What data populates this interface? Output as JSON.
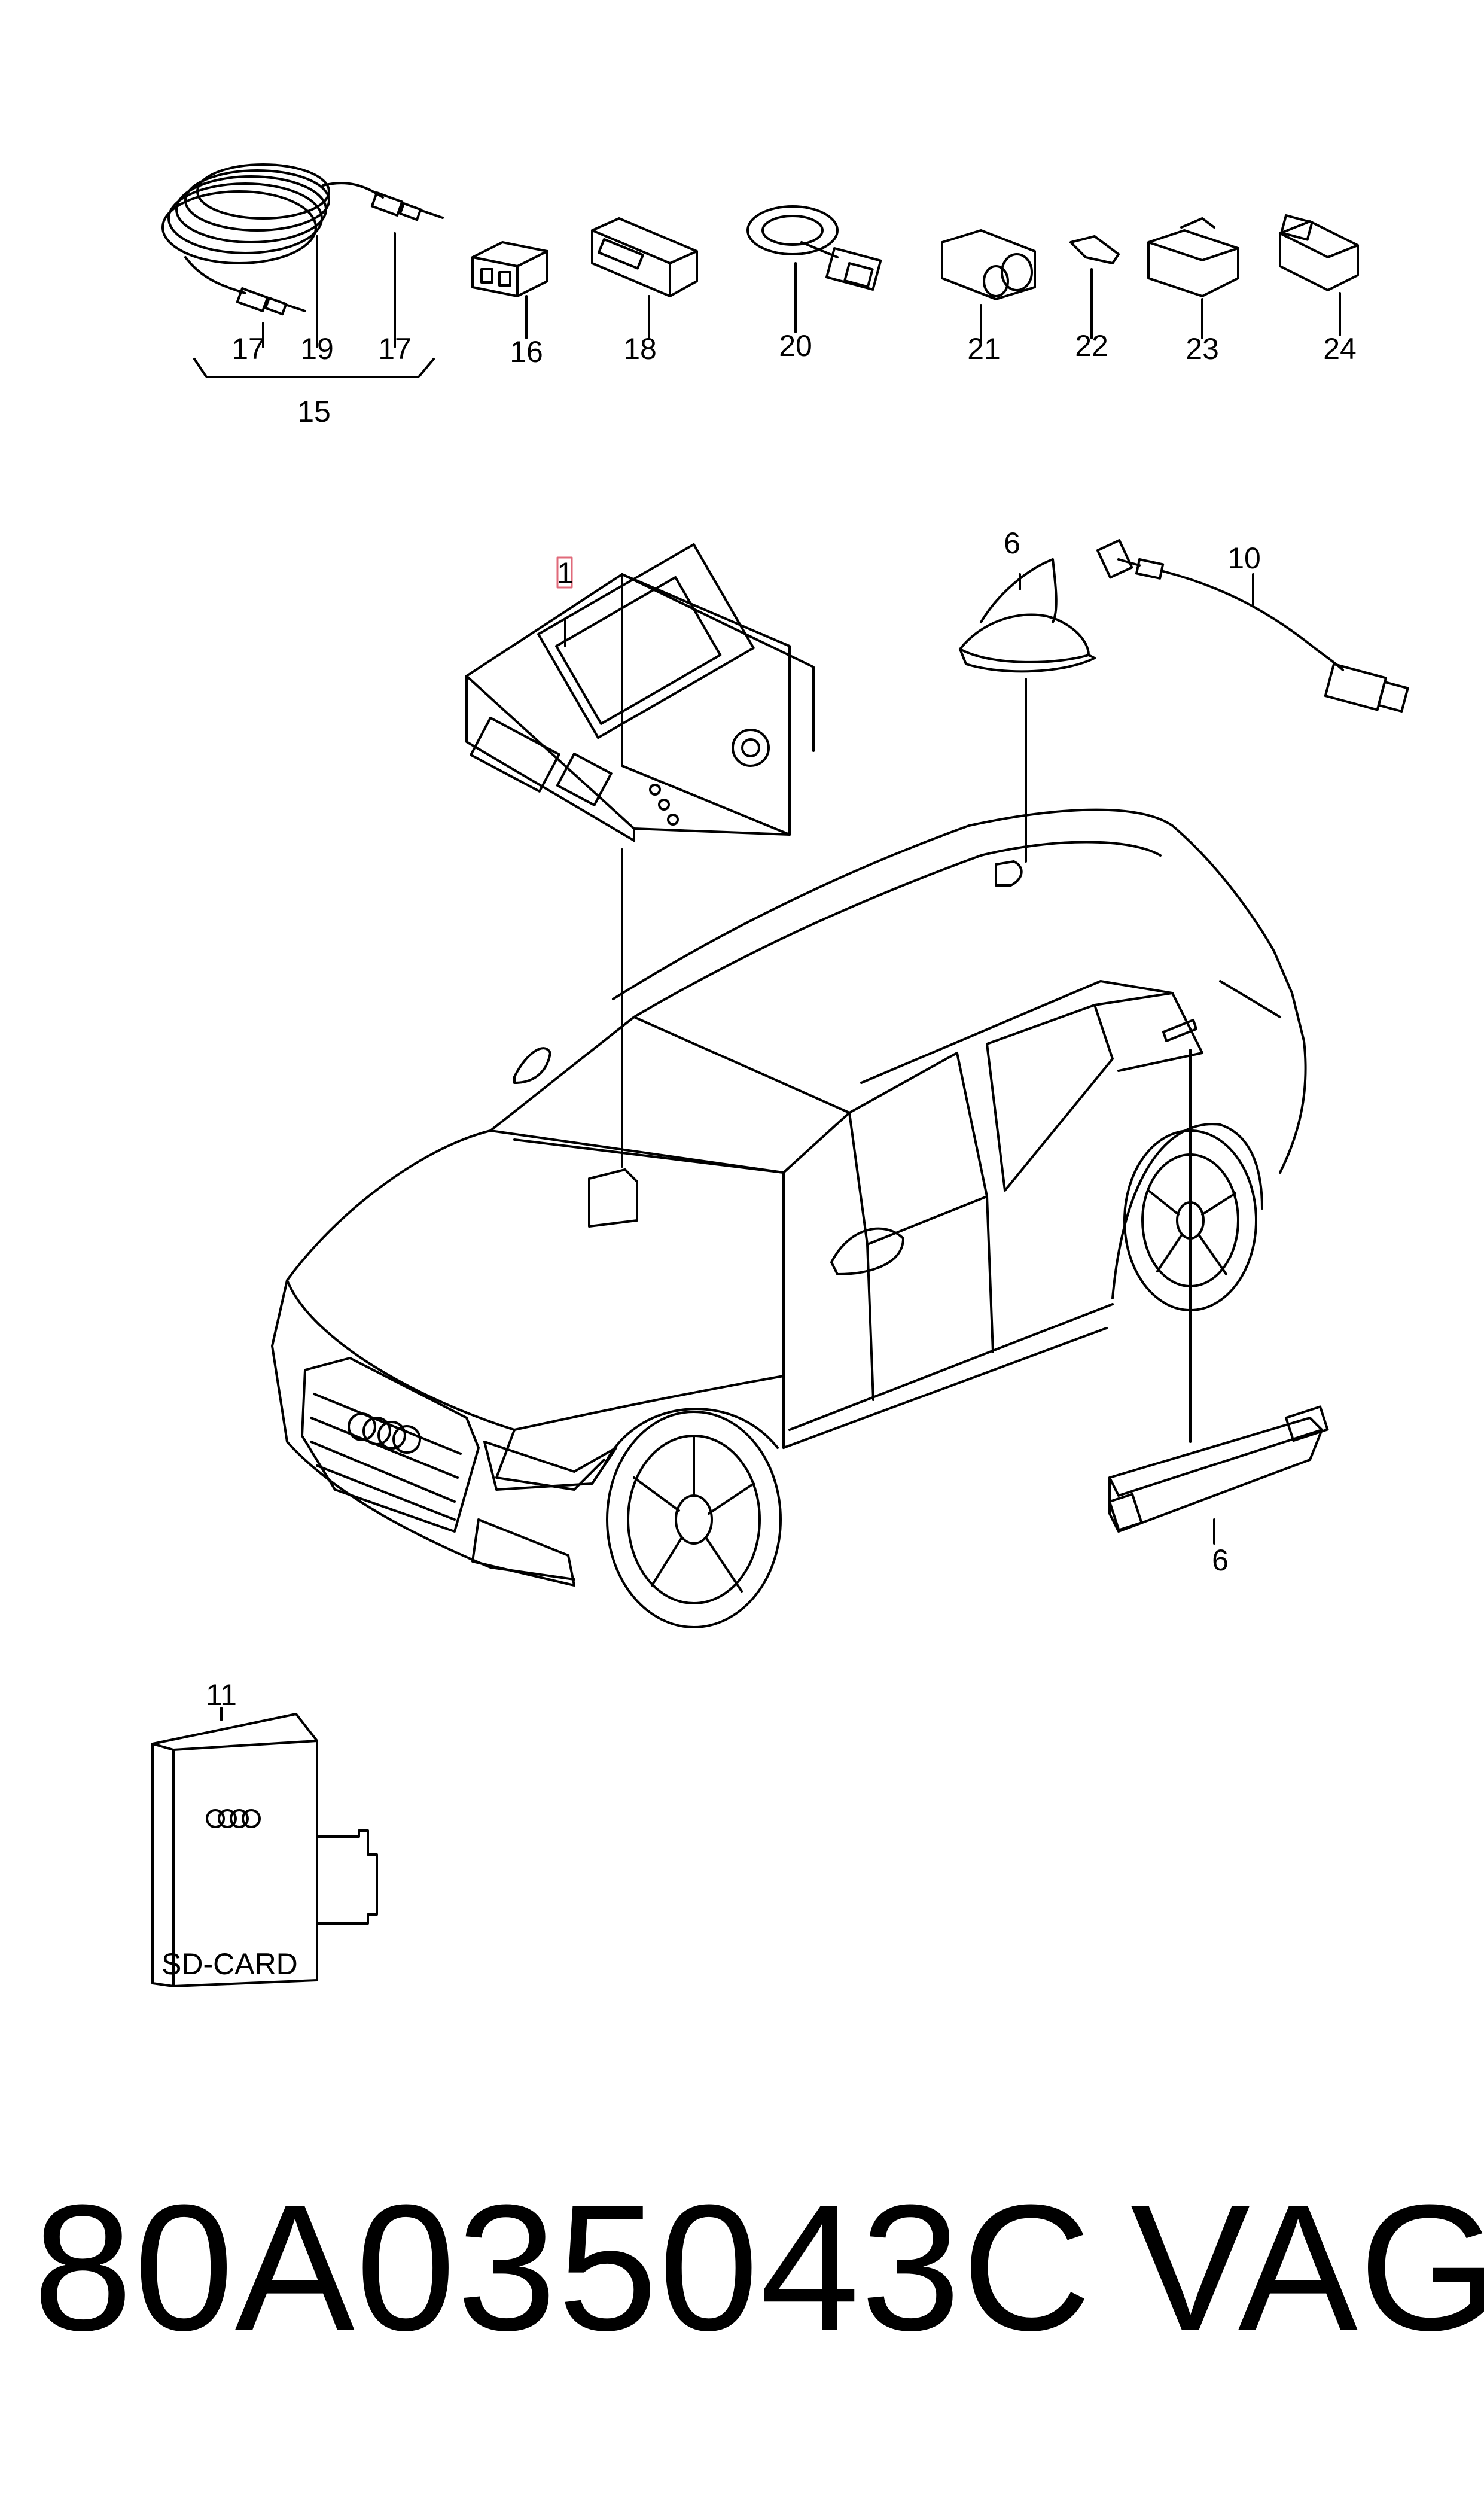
{
  "callouts": {
    "c1": "1",
    "c6_antenna": "6",
    "c6_strip": "6",
    "c10": "10",
    "c11": "11",
    "c15": "15",
    "c16": "16",
    "c17_left": "17",
    "c17_right": "17",
    "c18": "18",
    "c19": "19",
    "c20": "20",
    "c21": "21",
    "c22": "22",
    "c23": "23",
    "c24": "24"
  },
  "sd_card": {
    "label": "SD-CARD"
  },
  "footer": {
    "part_number": "80A035043C",
    "brand": "VAG"
  },
  "colors": {
    "line": "#000000",
    "highlight": "#e06a7a",
    "background": "#ffffff"
  }
}
